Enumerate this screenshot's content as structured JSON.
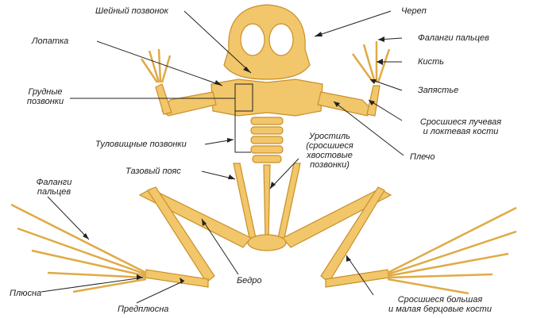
{
  "labels": {
    "neck_vertebra": "Шейный позвонок",
    "skull": "Череп",
    "scapula": "Лопатка",
    "finger_phalanges_top": "Фаланги пальцев",
    "hand": "Кисть",
    "thoracic_1": "Грудные",
    "thoracic_2": "позвонки",
    "wrist": "Запястье",
    "radioulna_1": "Сросшиеся лучевая",
    "radioulna_2": "и локтевая кости",
    "trunk_vertebrae": "Туловищные позвонки",
    "humerus": "Плечо",
    "urostyle_1": "Уростиль",
    "urostyle_2": "(сросшиеся",
    "urostyle_3": "хвостовые",
    "urostyle_4": "позвонки)",
    "pelvic_girdle": "Тазовый пояс",
    "finger_phalanges_left_1": "Фаланги",
    "finger_phalanges_left_2": "пальцев",
    "femur": "Бедро",
    "metatarsus": "Плюсна",
    "tarsus": "Предплюсна",
    "tibiofibula_1": "Сросшиеся большая",
    "tibiofibula_2": "и малая берцовые кости"
  },
  "colors": {
    "bone": "#f2c66a",
    "bone_dark": "#d49a2c",
    "text": "#1b1b1b"
  }
}
